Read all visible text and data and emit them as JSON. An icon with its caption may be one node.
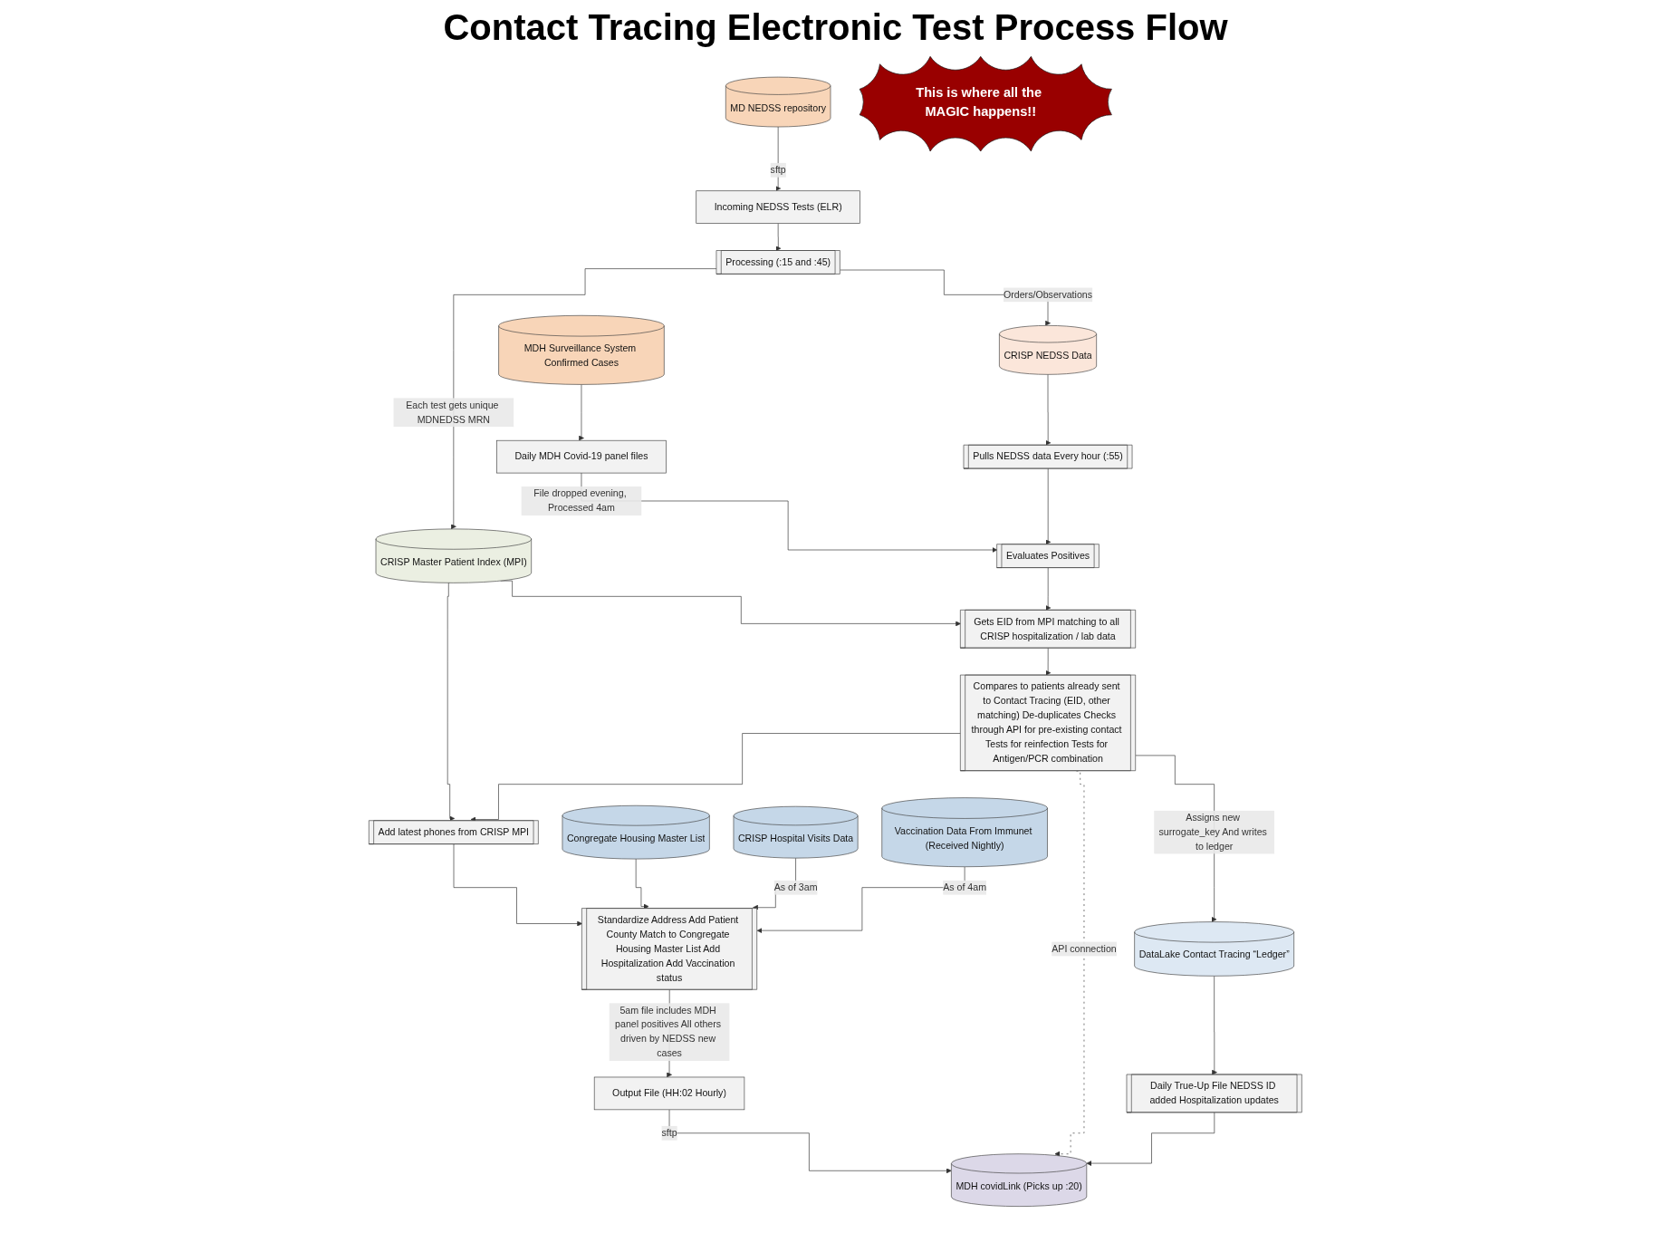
{
  "diagram": {
    "title": "Contact Tracing Electronic Test Process Flow",
    "nodes": [
      {
        "text": [
          "MD NEDSS repository"
        ]
      },
      {
        "text": [
          "Incoming NEDSS Tests (ELR)"
        ]
      },
      {
        "text": [
          "Processing (:15 and :45)"
        ]
      },
      {
        "text": [
          "CRISP NEDSS Data"
        ]
      },
      {
        "text": [
          "Pulls NEDSS data Every hour (:55)"
        ]
      },
      {
        "text": [
          "Daily MDH Covid-19 panel files"
        ]
      },
      {
        "text": [
          "MDH Surveillance System Confirmed Cases"
        ]
      },
      {
        "text": [
          "Evaluates Positives"
        ]
      },
      {
        "text": [
          "DataLake Contact Tracing “Ledger”"
        ]
      },
      {
        "text": [
          "CRISP Master Patient Index (MPI)"
        ]
      },
      {
        "text": [
          "Gets EID from MPI matching to all CRISP hospitalization / lab data"
        ]
      },
      {
        "text": [
          "Daily True-Up File NEDSS ID added Hospitalization updates"
        ]
      },
      {
        "text": [
          "Compares to patients already sent to Contact Tracing (EID, other matching) De-duplicates Checks through API for pre-existing contact Tests for reinfection Tests for Antigen/PCR combination"
        ]
      },
      {
        "text": [
          "MDH covidLink (Picks up :20)"
        ]
      },
      {
        "text": [
          "Add latest phones from CRISP MPI"
        ]
      },
      {
        "text": [
          "Congregate Housing Master List"
        ]
      },
      {
        "text": [
          "CRISP Hospital Visits Data"
        ]
      },
      {
        "text": [
          "Vaccination Data From Immunet (Received Nightly)"
        ]
      },
      {
        "text": [
          "Standardize Address Add Patient County Match to Congregate Housing Master List Add Hospitalization Add Vaccination status"
        ]
      },
      {
        "text": [
          "Output File (HH:02 Hourly)"
        ]
      },
      {
        "text": [
          "This is where all the MAGIC happens!!"
        ]
      }
    ],
    "edges": [
      {
        "from": 0,
        "to": 1,
        "arrow": "to",
        "label": "sftp"
      },
      {
        "from": 1,
        "to": 2,
        "arrow": "to"
      },
      {
        "from": 2,
        "to": 3,
        "arrow": "to",
        "label": "Orders/Observations"
      },
      {
        "from": 3,
        "to": 4,
        "arrow": "to"
      },
      {
        "from": 6,
        "to": 5,
        "arrow": "to"
      },
      {
        "from": 4,
        "to": 7,
        "arrow": "to"
      },
      {
        "from": 5,
        "to": 7,
        "arrow": "to",
        "label": "File dropped evening, Processed 4am"
      },
      {
        "from": 2,
        "to": 9,
        "arrow": "to",
        "label": "Each test gets unique MDNEDSS MRN"
      },
      {
        "from": 7,
        "to": 10,
        "arrow": "to"
      },
      {
        "from": 9,
        "to": 10,
        "arrow": "to"
      },
      {
        "from": 10,
        "to": 12,
        "arrow": "to"
      },
      {
        "from": 12,
        "to": 8,
        "arrow": "to",
        "label": "Assigns new surrogate_key And writes to ledger"
      },
      {
        "from": 8,
        "to": 11,
        "arrow": "to"
      },
      {
        "from": 11,
        "to": 13,
        "arrow": "to"
      },
      {
        "from": 12,
        "to": 13,
        "arrow": "to",
        "label": "API connection",
        "style": "dashed"
      },
      {
        "from": 9,
        "to": 14,
        "arrow": "to"
      },
      {
        "from": 12,
        "to": 14,
        "arrow": "to"
      },
      {
        "from": 14,
        "to": 18,
        "arrow": "to"
      },
      {
        "from": 16,
        "to": 18,
        "arrow": "to",
        "label": "As of 3am"
      },
      {
        "from": 15,
        "to": 18,
        "arrow": "to"
      },
      {
        "from": 17,
        "to": 18,
        "arrow": "to",
        "label": "As of 4am"
      },
      {
        "from": 18,
        "to": 19,
        "arrow": "to",
        "label": "5am file includes MDH panel positives All others driven by NEDSS new cases"
      },
      {
        "from": 19,
        "to": 13,
        "arrow": "to",
        "label": "sftp"
      }
    ]
  }
}
